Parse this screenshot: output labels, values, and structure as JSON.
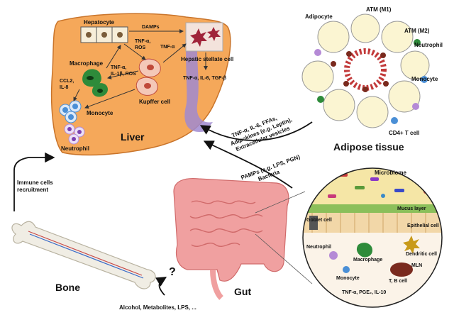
{
  "organs": {
    "liver": "Liver",
    "adipose": "Adipose tissue",
    "gut": "Gut",
    "bone": "Bone"
  },
  "liver_labels": {
    "hepatocyte": "Hepatocyte",
    "damps": "DAMPs",
    "tnf_ros": [
      "TNF-α,",
      "ROS"
    ],
    "tnf_alpha": "TNF-α",
    "hsc": "Hepatic stellate cell",
    "hsc_out": "TNF-α, IL-6, TGF-β",
    "macrophage": "Macrophage",
    "mac_out": [
      "TNF-α,",
      "IL-1β, ROS"
    ],
    "ccl2": [
      "CCL2,",
      "IL-8"
    ],
    "kupffer": "Kupffer cell",
    "monocyte": "Monocyte",
    "neutrophil": "Neutrophil"
  },
  "adipose_labels": {
    "adipocyte": "Adipocyte",
    "atm_m1": "ATM (M1)",
    "atm_m2": "ATM (M2)",
    "neutrophil": "Neutrophil",
    "monocyte": "Monocyte",
    "cd4": "CD4+ T cell"
  },
  "arrows_text": {
    "adipose_to_liver": [
      "TNF-α, IL-6, FFAs,",
      "Adipokines (e.g. Leptin),",
      "Extracellular vesicles"
    ],
    "gut_to_liver": [
      "PAMPs (e.g. LPS, PGN)",
      "Bacteria"
    ],
    "bone_to_liver": [
      "Immune cells",
      "recruitment"
    ],
    "question": "?",
    "inputs": "Alcohol, Metabolites, LPS, ..."
  },
  "gut_labels": {
    "microbiome": "Microbiome",
    "mucus": "Mucus layer",
    "goblet": "Goblet cell",
    "epithelial": "Epithelial cell",
    "neutrophil": "Neutrophil",
    "macrophage": "Macrophage",
    "dendritic": "Dendritic cell",
    "monocyte": "Monocyte",
    "mln": "MLN",
    "tb": "T, B cell",
    "out": "TNF-α, PGE₂, IL-10"
  },
  "colors": {
    "liver": "#f5a85a",
    "liver_edge": "#c9742a",
    "gut": "#f0a0a0",
    "adipocyte": "#fbf5d2",
    "macrophage": "#2e8b3a",
    "monocyte": "#4a8fd6",
    "neutrophil": "#b58ad6",
    "stellate": "#a0243a"
  }
}
